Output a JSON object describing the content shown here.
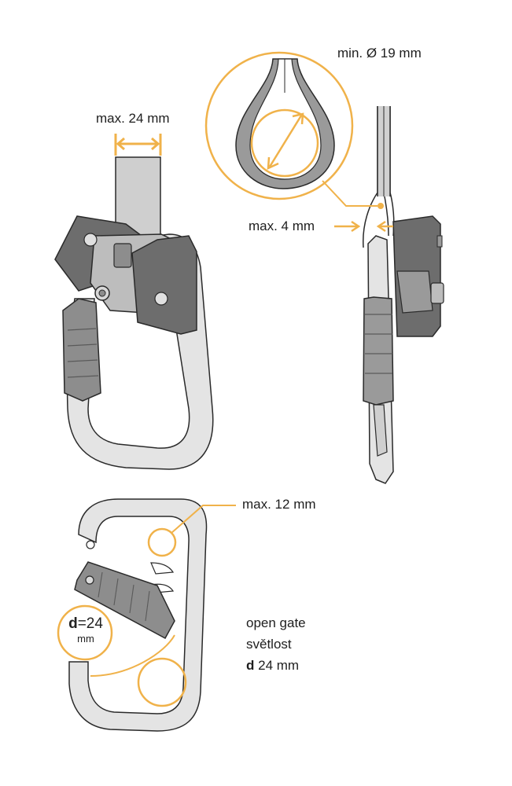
{
  "labels": {
    "max_24": "max. 24 mm",
    "min_19": "min. Ø 19 mm",
    "max_4": "max. 4 mm",
    "max_12": "max. 12 mm",
    "open_gate": "open gate",
    "svetlost": "světlost",
    "d_bold": "d",
    "d_value": " 24 mm",
    "callout_d": "d",
    "callout_eq": "=24",
    "callout_unit": "mm"
  },
  "colors": {
    "accent": "#f0b24a",
    "metal_dark": "#6d6d6d",
    "metal_mid": "#9a9a9a",
    "metal_light": "#e4e4e4",
    "outline": "#2a2a2a"
  }
}
